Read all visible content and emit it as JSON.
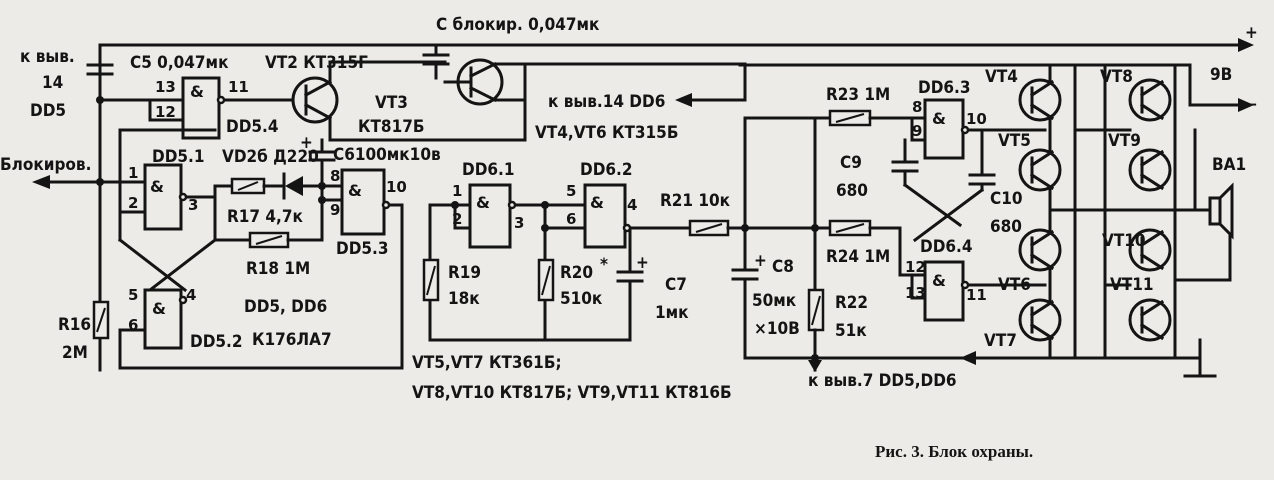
{
  "labels": {
    "plus": "+",
    "minus": "−",
    "voltage": "9В",
    "c_block": "С блокир. 0,047мк",
    "k_vyv_14": "к выв.",
    "k_vyv_14_b": "14",
    "dd5_top": "DD5",
    "c5": "С5 0,047мк",
    "vt2": "VT2  КТ315Г",
    "vt3": "VT3",
    "vt3_type": "КТ817Б",
    "k_vyv_14_dd6": "к выв.14 DD6",
    "vt4_vt6": "VT4,VT6 КТ315Б",
    "dd54": "DD5.4",
    "c6": "С6100мк10в",
    "blokirov": "Блокиров.",
    "dd51": "DD5.1",
    "vd2": "VD2б  Д220",
    "r17": "R17 4,7к",
    "r18": "R18  1М",
    "dd53": "DD5.3",
    "dd52": "DD5.2",
    "dd5_dd6": "DD5, DD6",
    "k176": "К176ЛА7",
    "r16": "R16",
    "r16_val": "2М",
    "dd61": "DD6.1",
    "dd62": "DD6.2",
    "r21": "R21 10к",
    "r19": "R19",
    "r19_val": "18к",
    "r20": "R20",
    "r20_val": "510к",
    "star": "*",
    "c7": "С7",
    "c7_val": "1мк",
    "c8": "С8",
    "c8_val1": "50мк",
    "c8_val2": "×10В",
    "r23": "R23  1М",
    "dd63": "DD6.3",
    "c9": "С9",
    "c9_val": "680",
    "c10": "С10",
    "c10_val": "680",
    "r24": "R24  1М",
    "dd64": "DD6.4",
    "r22": "R22",
    "r22_val": "51к",
    "vt4": "VT4",
    "vt5": "VT5",
    "vt6": "VT6",
    "vt7": "VT7",
    "vt8": "VT8",
    "vt9": "VT9",
    "vt10": "VT10",
    "vt11": "VT11",
    "ba1": "ВА1",
    "k_vyv_7": "к выв.7 DD5,DD6",
    "note1": "VT5,VT7 КТ361Б;",
    "note2": "VT8,VT10 КТ817Б; VT9,VT11 КТ816Б",
    "caption": "Рис. 3. Блок охраны.",
    "amp": "&",
    "pins": {
      "p1": "1",
      "p2": "2",
      "p3": "3",
      "p4": "4",
      "p5": "5",
      "p6": "6",
      "p8": "8",
      "p9": "9",
      "p10": "10",
      "p11": "11",
      "p12": "12",
      "p13": "13"
    }
  }
}
